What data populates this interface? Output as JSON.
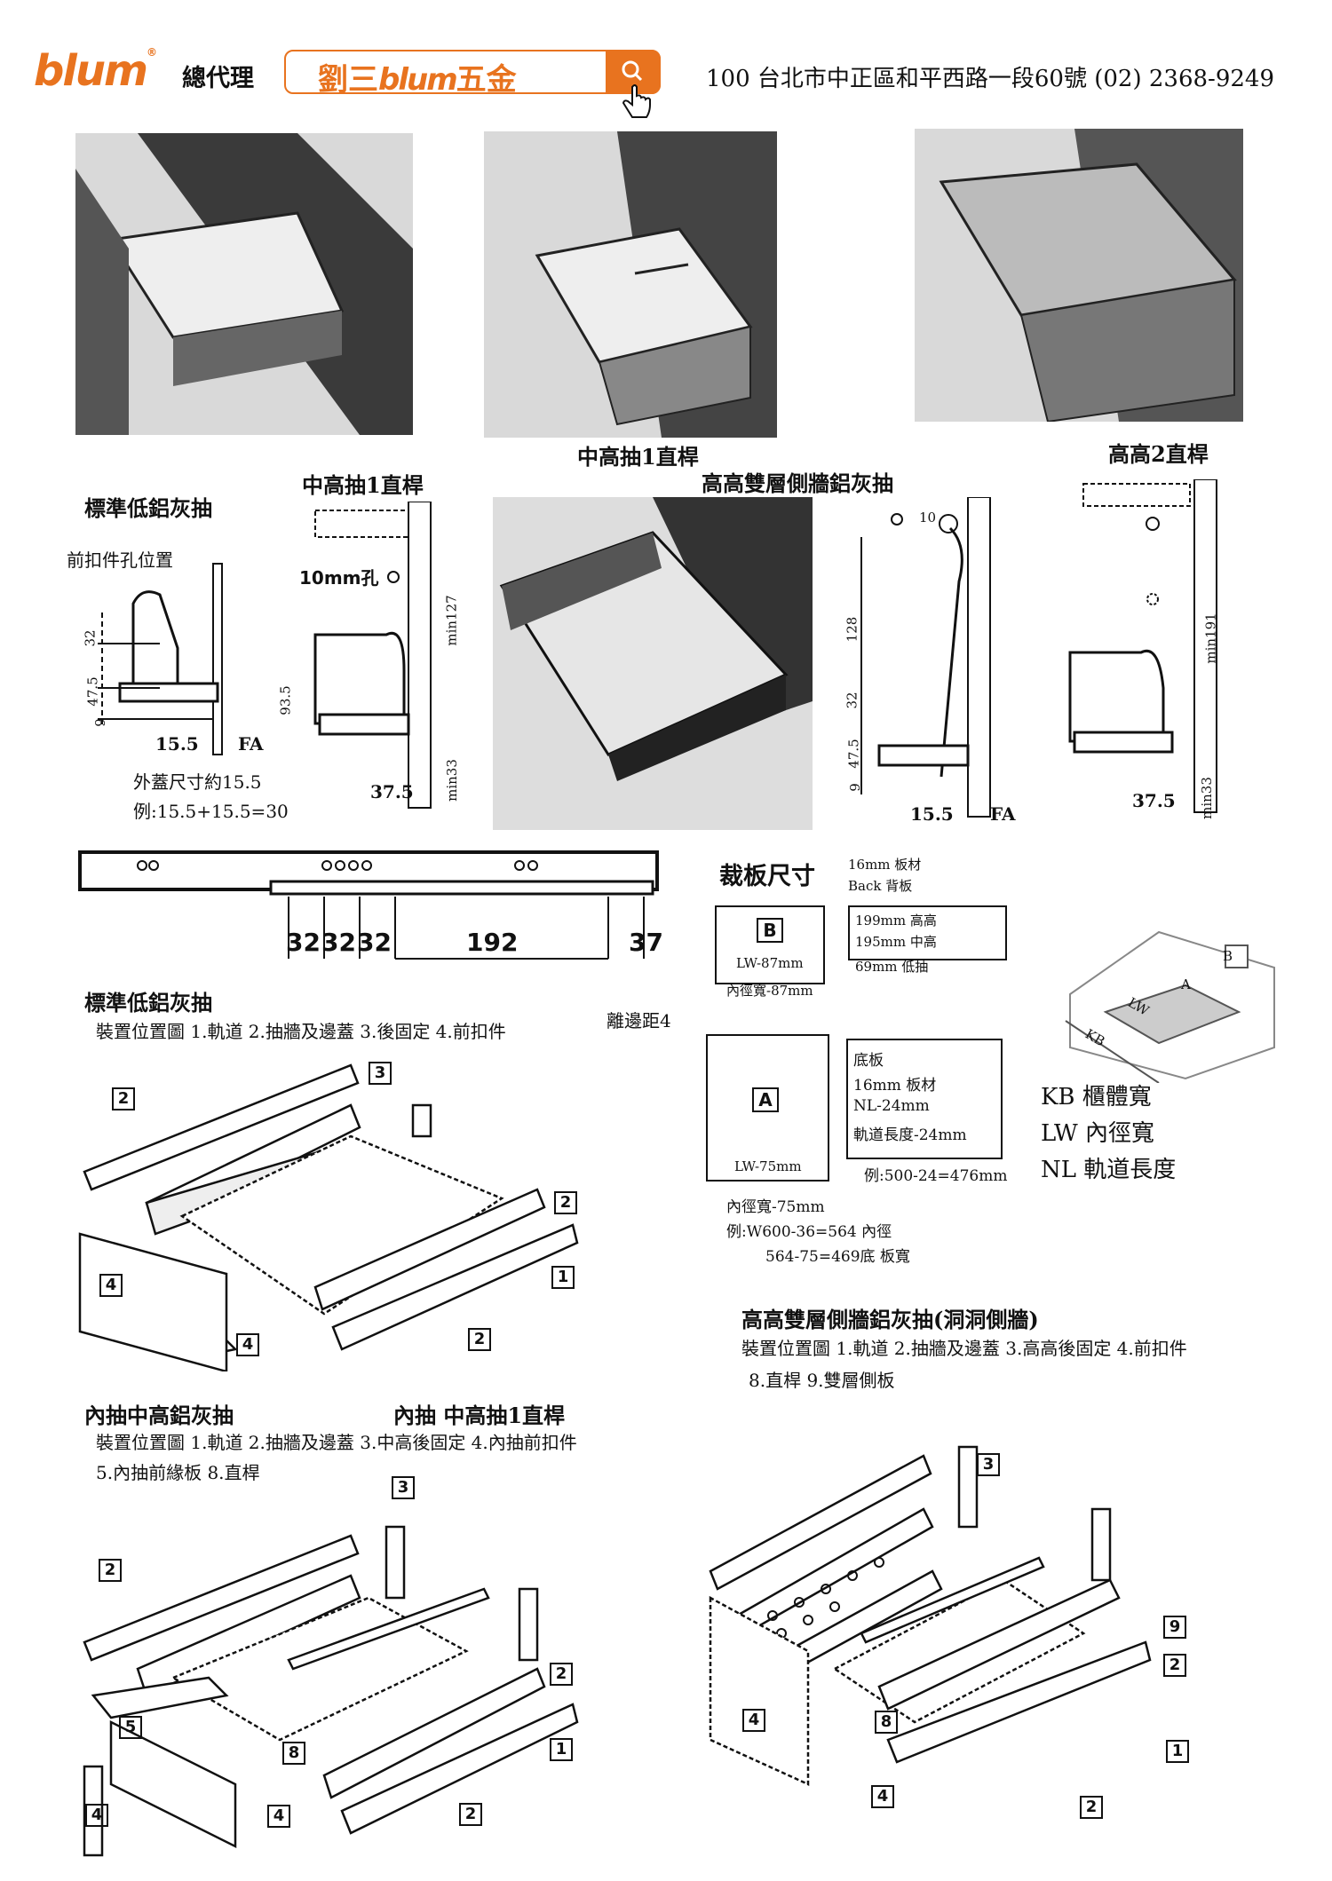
{
  "header": {
    "logo": "blum",
    "agent": "總代理",
    "search_prefix": "劉三",
    "search_brand": "blum",
    "search_suffix": "五金",
    "address": "100 台北市中正區和平西路一段60號  (02) 2368-9249",
    "search_icon": "search-icon",
    "brand_color": "#e8731f"
  },
  "photos": {
    "caption_mid": "中高抽1直桿",
    "caption_high": "高高2直桿"
  },
  "diagrams": {
    "std_title": "標準低鋁灰抽",
    "std_front_hole": "前扣件孔位置",
    "std_overlay": "外蓋尺寸約15.5",
    "std_example": "例:15.5+15.5=30",
    "std_dims": [
      "32",
      "47.5",
      "9",
      "15.5",
      "FA"
    ],
    "mid_title": "中高抽1直桿",
    "mid_hole": "10mm孔",
    "mid_dims": [
      "93.5",
      "min127",
      "37.5",
      "min33"
    ],
    "dbl_title": "高高雙層側牆鋁灰抽",
    "dbl_dims": [
      "10",
      "128",
      "32",
      "47.5",
      "9",
      "15.5",
      "FA"
    ],
    "high_dims": [
      "min191",
      "37.5",
      "min33"
    ]
  },
  "rail": {
    "dims": [
      "32",
      "32",
      "32",
      "192",
      "37"
    ],
    "edge": "離邊距4"
  },
  "cut": {
    "title": "裁板尺寸",
    "b_note1": "16mm 板材",
    "b_note2": "Back 背板",
    "b_label": "B",
    "b_width": "LW-87mm",
    "b_inner": "內徑寬-87mm",
    "b_h1": "199mm 高高",
    "b_h2": "195mm 中高",
    "b_h3": "69mm 低抽",
    "a_label": "A",
    "a_width": "LW-75mm",
    "a_n1": "底板",
    "a_n2": "16mm 板材",
    "a_n3": "NL-24mm",
    "a_n4": "軌道長度-24mm",
    "a_ex": "例:500-24=476mm",
    "a_inner": "內徑寬-75mm",
    "a_ex2": "例:W600-36=564 內徑",
    "a_ex3": "564-75=469底 板寬"
  },
  "legend": {
    "kb": "KB  櫃體寬",
    "lw": "LW 內徑寬",
    "nl": "NL  軌道長度",
    "iso_lw": "LW",
    "iso_kb": "KB",
    "iso_a": "A",
    "iso_b": "B"
  },
  "install": {
    "std_title": "標準低鋁灰抽",
    "std_desc": "裝置位置圖 1.軌道 2.抽牆及邊蓋 3.後固定 4.前扣件",
    "inner_title": "內抽中高鋁灰抽",
    "inner_title2": "內抽 中高抽1直桿",
    "inner_desc1": "裝置位置圖 1.軌道 2.抽牆及邊蓋 3.中高後固定 4.內抽前扣件",
    "inner_desc2": "5.內抽前緣板 8.直桿",
    "dbl_title": "高高雙層側牆鋁灰抽(洞洞側牆)",
    "dbl_desc1": "裝置位置圖 1.軌道 2.抽牆及邊蓋 3.高高後固定 4.前扣件",
    "dbl_desc2": "8.直桿  9.雙層側板"
  },
  "part_numbers": {
    "std": [
      "2",
      "3",
      "4",
      "4",
      "2",
      "1",
      "2"
    ],
    "inner": [
      "2",
      "3",
      "5",
      "4",
      "8",
      "4",
      "2",
      "1",
      "2"
    ],
    "dbl": [
      "3",
      "9",
      "2",
      "4",
      "8",
      "4",
      "1",
      "2"
    ]
  }
}
